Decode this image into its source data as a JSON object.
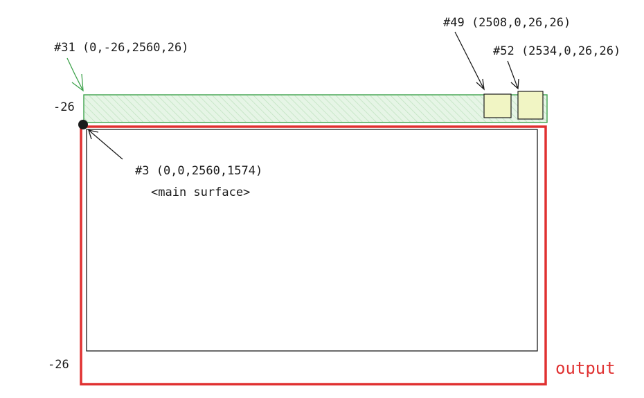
{
  "colors": {
    "ink": "#1b1b1b",
    "green": "#3fa34d",
    "green_fill": "#e6f5e6",
    "yellow_fill": "#f1f5c4",
    "red": "#e03131"
  },
  "labels": {
    "bar": "#31 (0,-26,2560,26)",
    "btn49": "#49 (2508,0,26,26)",
    "btn52": "#52 (2534,0,26,26)",
    "surface_id": "#3 (0,0,2560,1574)",
    "surface_name": "<main surface>",
    "axis_top": "-26",
    "axis_bottom": "-26",
    "output": "output"
  }
}
